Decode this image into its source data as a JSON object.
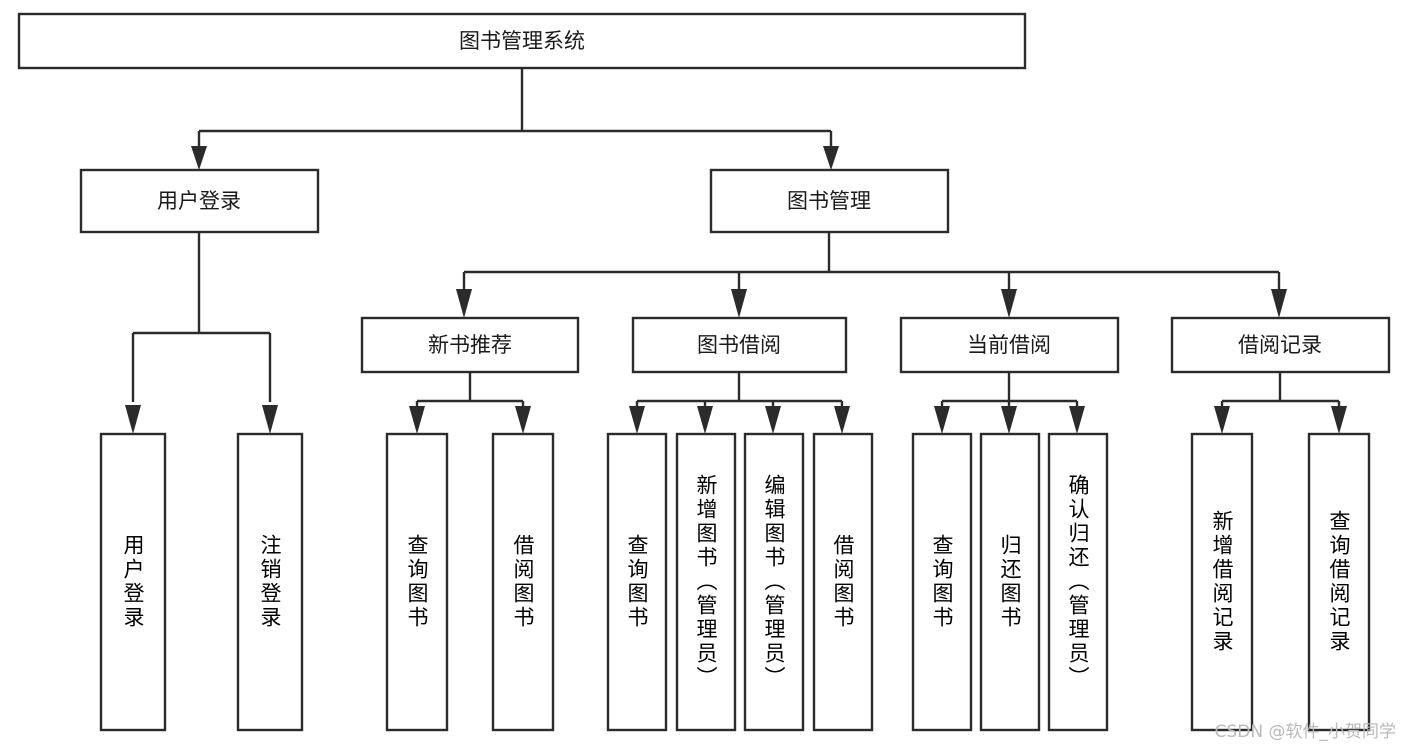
{
  "diagram": {
    "type": "tree-hierarchy-chart",
    "title": "图书管理系统",
    "orientation": "top-down",
    "colors": {
      "box_fill": "#ffffff",
      "box_stroke": "#2b2b2b",
      "text": "#1a1a1a",
      "background": "#ffffff",
      "watermark": "#b9b9b9"
    },
    "levels": [
      {
        "level": 1,
        "nodes": [
          {
            "id": "root",
            "label": "图书管理系统",
            "orientation": "horizontal"
          }
        ]
      },
      {
        "level": 2,
        "nodes": [
          {
            "id": "user-login",
            "label": "用户登录",
            "orientation": "horizontal",
            "parent": "root"
          },
          {
            "id": "book-mgmt",
            "label": "图书管理",
            "orientation": "horizontal",
            "parent": "root"
          }
        ]
      },
      {
        "level": 3,
        "nodes": [
          {
            "id": "new-book-rec",
            "label": "新书推荐",
            "orientation": "horizontal",
            "parent": "book-mgmt"
          },
          {
            "id": "book-borrow",
            "label": "图书借阅",
            "orientation": "horizontal",
            "parent": "book-mgmt"
          },
          {
            "id": "current-borrow",
            "label": "当前借阅",
            "orientation": "horizontal",
            "parent": "book-mgmt"
          },
          {
            "id": "borrow-record",
            "label": "借阅记录",
            "orientation": "horizontal",
            "parent": "book-mgmt"
          }
        ]
      },
      {
        "level": 4,
        "nodes": [
          {
            "id": "leaf-user-login",
            "label": "用户登录",
            "orientation": "vertical",
            "parent": "user-login"
          },
          {
            "id": "leaf-user-logout",
            "label": "注销登录",
            "orientation": "vertical",
            "parent": "user-login"
          },
          {
            "id": "leaf-query-book-1",
            "label": "查询图书",
            "orientation": "vertical",
            "parent": "new-book-rec"
          },
          {
            "id": "leaf-borrow-book-1",
            "label": "借阅图书",
            "orientation": "vertical",
            "parent": "new-book-rec"
          },
          {
            "id": "leaf-query-book-2",
            "label": "查询图书",
            "orientation": "vertical",
            "parent": "book-borrow"
          },
          {
            "id": "leaf-add-book",
            "label": "新增图书（管理员）",
            "orientation": "vertical",
            "parent": "book-borrow"
          },
          {
            "id": "leaf-edit-book",
            "label": "编辑图书（管理员）",
            "orientation": "vertical",
            "parent": "book-borrow"
          },
          {
            "id": "leaf-borrow-book-2",
            "label": "借阅图书",
            "orientation": "vertical",
            "parent": "book-borrow"
          },
          {
            "id": "leaf-query-book-3",
            "label": "查询图书",
            "orientation": "vertical",
            "parent": "current-borrow"
          },
          {
            "id": "leaf-return-book",
            "label": "归还图书",
            "orientation": "vertical",
            "parent": "current-borrow"
          },
          {
            "id": "leaf-confirm-return",
            "label": "确认归还（管理员）",
            "orientation": "vertical",
            "parent": "current-borrow"
          },
          {
            "id": "leaf-add-record",
            "label": "新增借阅记录",
            "orientation": "vertical",
            "parent": "borrow-record"
          },
          {
            "id": "leaf-query-record",
            "label": "查询借阅记录",
            "orientation": "vertical",
            "parent": "borrow-record"
          }
        ]
      }
    ]
  },
  "watermark": {
    "text": "CSDN @软件_小贺同学"
  }
}
